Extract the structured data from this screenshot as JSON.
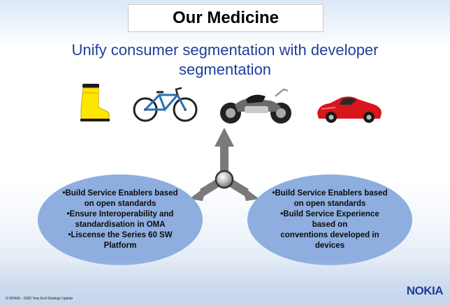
{
  "slide": {
    "title": "Our Medicine",
    "subtitle": "Unify consumer segmentation with developer segmentation",
    "icons": [
      "rain-boot-icon",
      "bicycle-icon",
      "motorcycle-icon",
      "sports-car-icon"
    ],
    "left_bubble": {
      "lines": [
        "•Build Service Enablers based",
        "on open standards",
        "•Ensure Interoperability and",
        "standardisation in OMA",
        "•Liscense the Series 60 SW",
        "Platform"
      ]
    },
    "right_bubble": {
      "lines": [
        "•Build Service Enablers based",
        "on open standards",
        "•Build Service Experience",
        "based on",
        "conventions developed in",
        "devices"
      ]
    },
    "footer": {
      "copyright": "© NOKIA – 2002 Year End Strategy Update",
      "logo": "NOKIA"
    },
    "colors": {
      "title_text": "#000000",
      "subtitle_text": "#1d3f9c",
      "bubble_fill": "#8eaee0",
      "arrow": "#7a7a7a",
      "logo": "#1d3f9c"
    }
  }
}
